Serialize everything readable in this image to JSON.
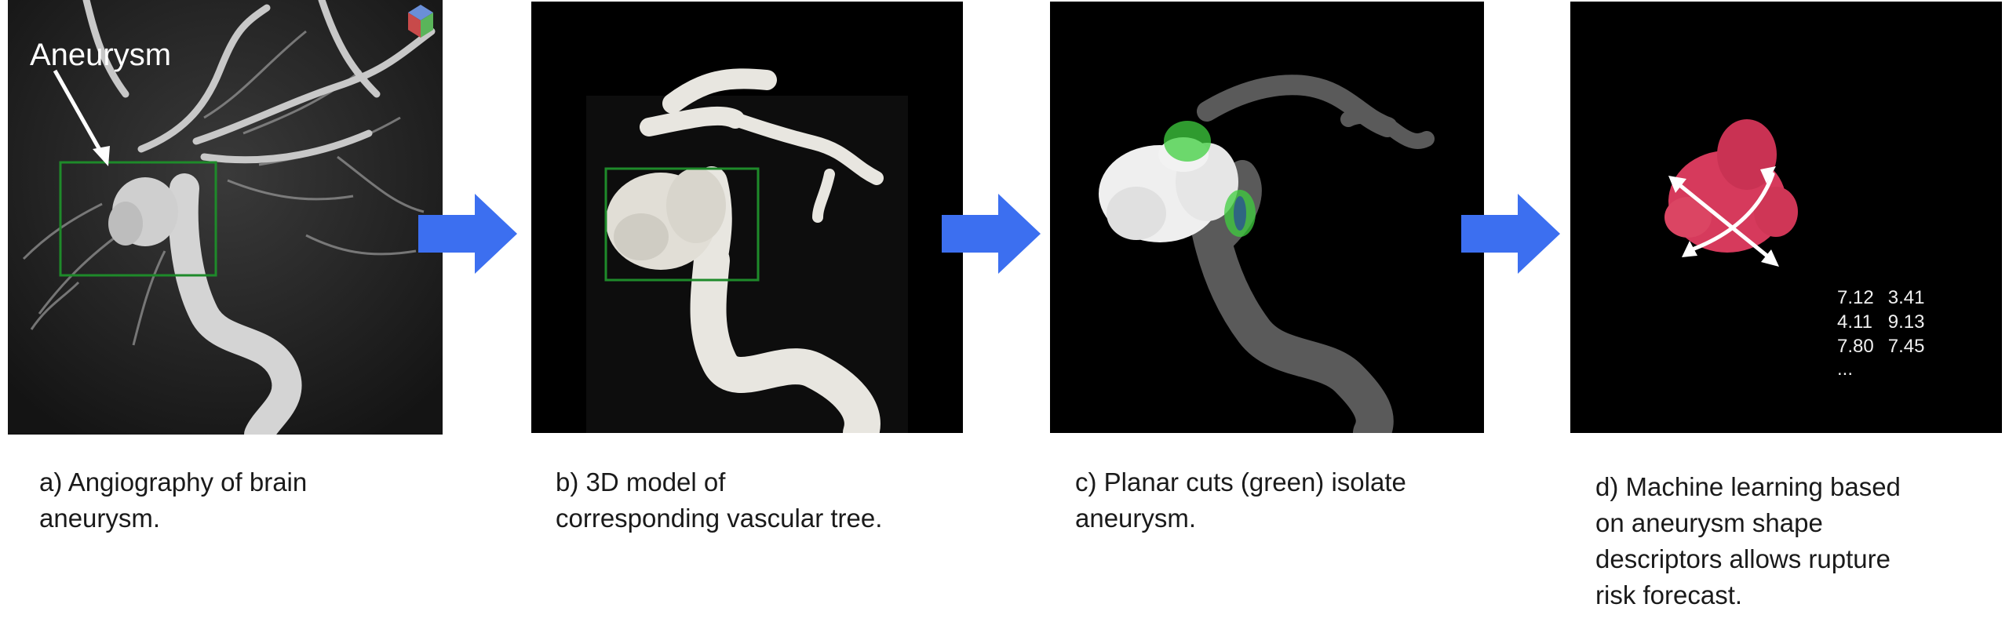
{
  "panels": {
    "a": {
      "annotation": "Aneurysm",
      "caption": "a) Angiography of brain\naneurysm."
    },
    "b": {
      "caption": "b) 3D model of\ncorresponding vascular tree."
    },
    "c": {
      "caption": "c) Planar cuts (green) isolate\naneurysm."
    },
    "d": {
      "caption": "d) Machine learning based\non aneurysm shape\ndescriptors  allows rupture\nrisk forecast.",
      "measurements": [
        [
          "7.12",
          "3.41"
        ],
        [
          "4.11",
          "9.13"
        ],
        [
          "7.80",
          "7.45"
        ]
      ],
      "ellipsis": "..."
    }
  },
  "colors": {
    "arrow": "#3c6ff0",
    "roi_box": "#1e8a2a",
    "cut_plane": "#3fcf3f",
    "aneurysm_d": "#d63a5c",
    "vessel_model": "#e8e6e0"
  }
}
